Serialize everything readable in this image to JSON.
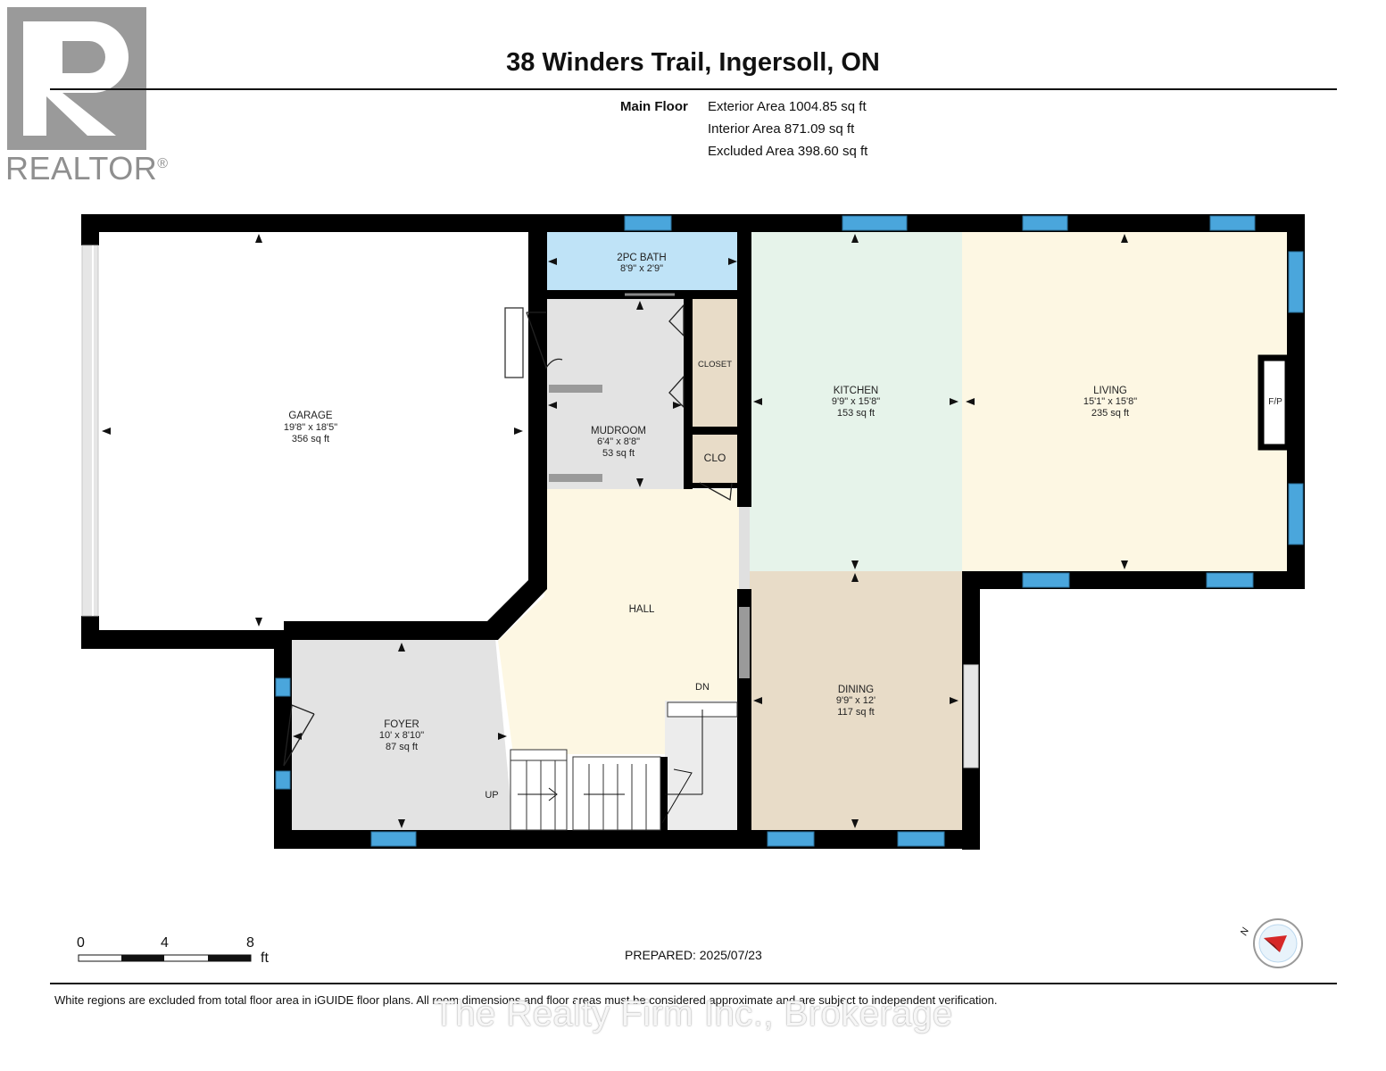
{
  "header": {
    "title": "38 Winders Trail, Ingersoll, ON",
    "floor_name": "Main Floor",
    "exterior_area": "Exterior Area 1004.85 sq ft",
    "interior_area": "Interior Area 871.09 sq ft",
    "excluded_area": "Excluded Area 398.60 sq ft"
  },
  "logo": {
    "text": "REALTOR",
    "mark": "®"
  },
  "rooms": {
    "garage": {
      "name": "GARAGE",
      "dims": "19'8\" x 18'5\"",
      "area": "356 sq ft"
    },
    "bath": {
      "name": "2PC BATH",
      "dims": "8'9\" x 2'9\""
    },
    "mudroom": {
      "name": "MUDROOM",
      "dims": "6'4\" x 8'8\"",
      "area": "53 sq ft"
    },
    "closet": {
      "name": "CLOSET"
    },
    "clo": {
      "name": "CLO"
    },
    "kitchen": {
      "name": "KITCHEN",
      "dims": "9'9\" x 15'8\"",
      "area": "153 sq ft"
    },
    "living": {
      "name": "LIVING",
      "dims": "15'1\" x 15'8\"",
      "area": "235 sq ft"
    },
    "fireplace": {
      "name": "F/P"
    },
    "hall": {
      "name": "HALL"
    },
    "dining": {
      "name": "DINING",
      "dims": "9'9\" x 12'",
      "area": "117 sq ft"
    },
    "foyer": {
      "name": "FOYER",
      "dims": "10' x 8'10\"",
      "area": "87 sq ft"
    },
    "stairs_up": {
      "name": "UP"
    },
    "stairs_down": {
      "name": "DN"
    }
  },
  "scale": {
    "labels": [
      "0",
      "4",
      "8"
    ],
    "unit": "ft"
  },
  "compass": {
    "label": "N",
    "icon": "compass-icon"
  },
  "footer": {
    "prepared": "PREPARED: 2025/07/23",
    "disclaimer": "White regions are excluded from total floor area in iGUIDE floor plans. All room dimensions and floor areas must be considered approximate and are subject to independent verification.",
    "watermark": "The Realty Firm Inc., Brokerage"
  },
  "colors": {
    "wall": "#000000",
    "window": "#4aa6dc",
    "garage": "#ffffff",
    "bath": "#bfe3f7",
    "mudroom": "#e3e3e3",
    "kitchen": "#e6f3ea",
    "living": "#fdf7e3",
    "hall": "#fdf7e3",
    "dining": "#e8dcc8",
    "foyer": "#e3e3e3"
  }
}
